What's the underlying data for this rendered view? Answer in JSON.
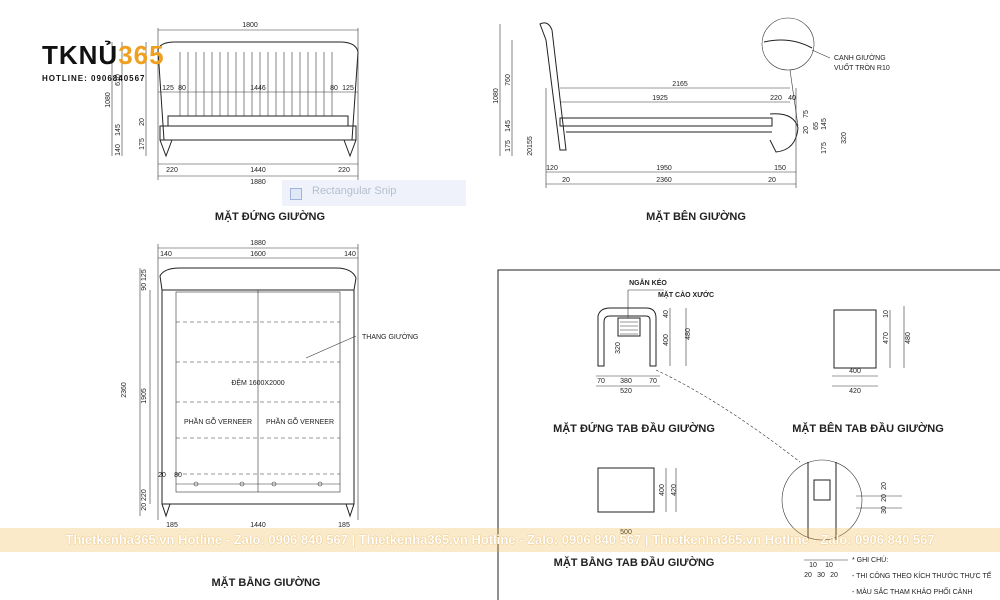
{
  "logo": {
    "brand": "TKNỦ",
    "accent": "365",
    "hotline": "HOTLINE: 0906840567"
  },
  "snip": {
    "label": "Rectangular Snip"
  },
  "banner": {
    "text": "Thietkenha365.vn Hotline - Zalo: 0906 840 567 | Thietkenha365.vn Hotline - Zalo: 0906 840 567 | Thietkenha365.vn Hotline - Zalo: 0906 840 567"
  },
  "front": {
    "title": "MẶT ĐỨNG GIƯỜNG",
    "w1800": "1800",
    "w1446": "1446",
    "d125a": "125",
    "d80a": "80",
    "d80b": "80",
    "d125b": "125",
    "d220a": "220",
    "w1440": "1440",
    "d220b": "220",
    "w1880": "1880",
    "h1080": "1080",
    "h610": "610",
    "h140": "140",
    "h145": "145",
    "h20": "20",
    "h175": "175"
  },
  "side": {
    "title": "MẶT BÊN GIƯỜNG",
    "w2165": "2165",
    "w1925": "1925",
    "d220": "220",
    "d40": "40",
    "w1950": "1950",
    "d150": "150",
    "w2360": "2360",
    "d120": "120",
    "d20a": "20",
    "d20b": "20",
    "h1080": "1080",
    "h760": "760",
    "h175": "175",
    "h145": "145",
    "h20155": "20155",
    "h75": "75",
    "h20r": "20",
    "h65": "65",
    "h320": "320",
    "h175r": "175",
    "h145r": "145",
    "edge_l1": "CẠNH GIƯỜNG",
    "edge_l2": "VUỐT TRÒN R10"
  },
  "plan": {
    "title": "MẶT BẰNG GIƯỜNG",
    "w1880": "1880",
    "d140": "140",
    "w1600": "1600",
    "d140b": "140",
    "h2360": "2360",
    "h1905": "1905",
    "h90125": "90 125",
    "h20220": "20 220",
    "d185a": "185",
    "w1440": "1440",
    "d185b": "185",
    "ladder": "THANG GIƯỜNG",
    "mattress": "ĐỆM 1600X2000",
    "veneer_l": "PHẦN GỖ VERNEER",
    "veneer_r": "PHẦN GỖ VERNEER",
    "d20": "20",
    "d80": "80"
  },
  "tab": {
    "drawer1": "NGĂN KÉO",
    "drawer2": "MẶT CÀO XƯỚC",
    "front_title": "MẶT ĐỨNG TAB ĐẦU GIƯỜNG",
    "side_title": "MẶT BÊN TAB ĐẦU GIƯỜNG",
    "plan_title": "MẶT BẰNG TAB ĐẦU GIƯỜNG",
    "fw520": "520",
    "fw380": "380",
    "fw70a": "70",
    "fw70b": "70",
    "fh400": "400",
    "fh480": "480",
    "fh320": "320",
    "fh40": "40",
    "sw400": "400",
    "sw420": "420",
    "sh470": "470",
    "sh480": "480",
    "sh10": "10",
    "pw500": "500",
    "ph400": "400",
    "ph420": "420",
    "dt30": "30",
    "dt20a": "20",
    "dt20b": "20",
    "dt10a": "10",
    "dt10b": "10",
    "dt20c": "20",
    "dt30b": "30",
    "dt20d": "20"
  },
  "notes": {
    "head": "* GHI CHÚ:",
    "n1": "- THI CÔNG THEO KÍCH THƯỚC THỰC TẾ",
    "n2": "- MÀU SẮC THAM KHẢO PHỐI CẢNH"
  }
}
